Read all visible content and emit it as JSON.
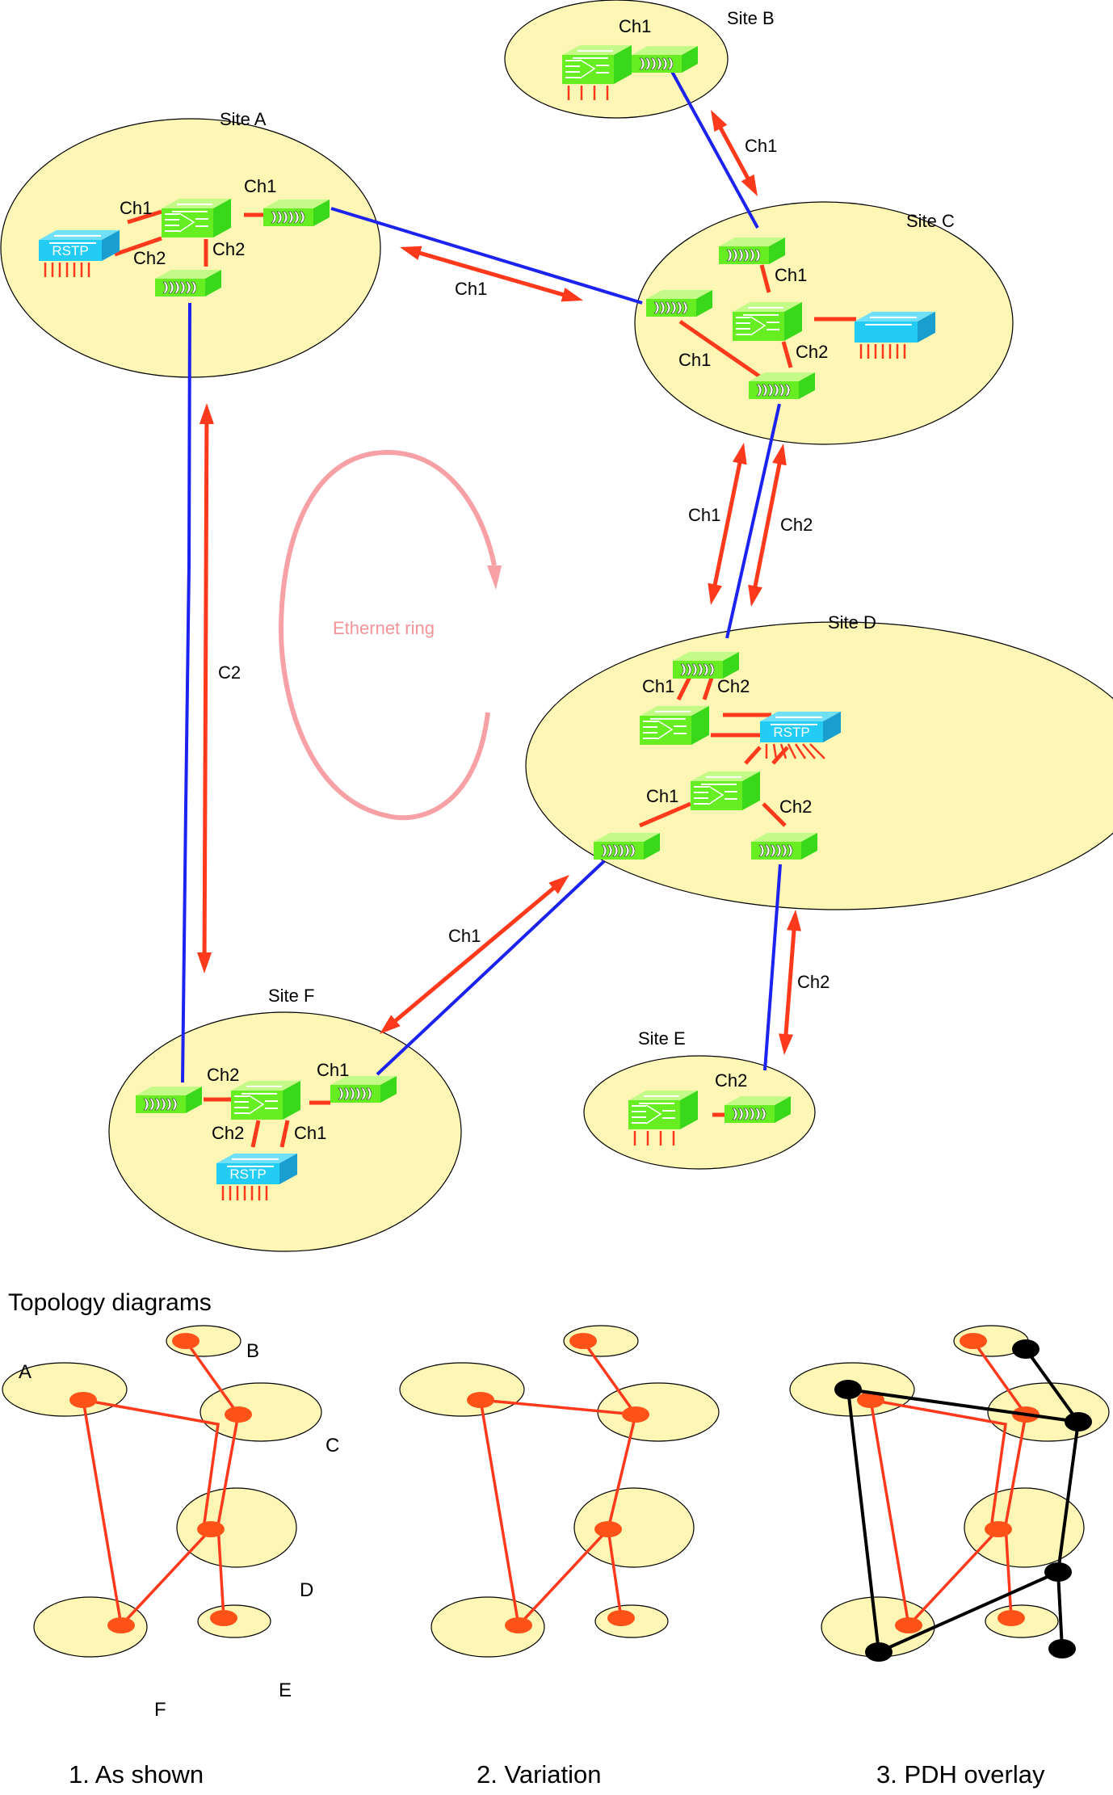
{
  "diagram": {
    "sites": [
      {
        "id": "A",
        "label": "Site A"
      },
      {
        "id": "B",
        "label": "Site B"
      },
      {
        "id": "C",
        "label": "Site C"
      },
      {
        "id": "D",
        "label": "Site D"
      },
      {
        "id": "E",
        "label": "Site E"
      },
      {
        "id": "F",
        "label": "Site F"
      }
    ],
    "device_labels": {
      "rstp": "RSTP"
    },
    "internal_channel_labels": {
      "A": [
        "Ch1",
        "Ch1",
        "Ch2",
        "Ch2"
      ],
      "B": [
        "Ch1"
      ],
      "C": [
        "Ch1",
        "Ch1",
        "Ch2"
      ],
      "D": [
        "Ch1",
        "Ch2",
        "Ch1",
        "Ch2"
      ],
      "E": [
        "Ch2"
      ],
      "F": [
        "Ch2",
        "Ch1",
        "Ch2",
        "Ch1"
      ]
    },
    "link_labels": {
      "B_C": "Ch1",
      "A_C": "Ch1",
      "C_D_1": "Ch1",
      "C_D_2": "Ch2",
      "A_F": "C2",
      "D_F": "Ch1",
      "D_E": "Ch2"
    },
    "ring_label": "Ethernet ring"
  },
  "topology": {
    "title": "Topology diagrams",
    "letters": [
      "A",
      "B",
      "C",
      "D",
      "E",
      "F"
    ],
    "panels": [
      {
        "caption": "1.  As shown"
      },
      {
        "caption": "2.  Variation"
      },
      {
        "caption": "3.  PDH overlay"
      }
    ]
  },
  "colors": {
    "site_fill": "#fdf6b5",
    "ethernet_link": "#ff3a1c",
    "radio_link": "#1c22f0",
    "device_green": "#66ee22",
    "device_blue": "#22ccf4",
    "ring": "#f7a1a6",
    "pdh_overlay": "#000000"
  }
}
